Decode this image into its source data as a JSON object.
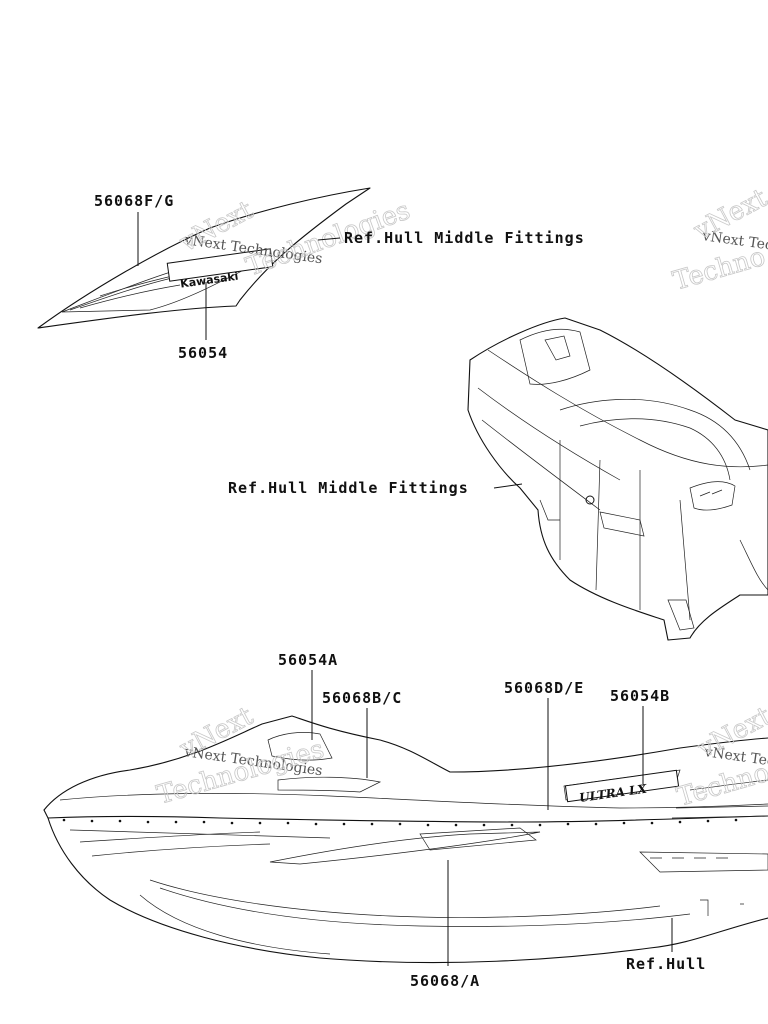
{
  "labels": {
    "l_56068fg": "56068F/G",
    "l_56054": "56054",
    "l_ref_hull_mid_1": "Ref.Hull Middle Fittings",
    "l_ref_hull_mid_2": "Ref.Hull Middle Fittings",
    "l_56054a": "56054A",
    "l_56068bc": "56068B/C",
    "l_56068de": "56068D/E",
    "l_56054b": "56054B",
    "l_56068a": "56068/A",
    "l_ref_hull": "Ref.Hull"
  },
  "decals": {
    "kawasaki": "Kawasaki",
    "ultra_lx": "ULTRA LX"
  },
  "watermarks": {
    "brand_1": "vNext Technologies",
    "brand_2": "vNext Technologies",
    "brand_3": "vNext Technologies",
    "brand_4": "vNext Technologies"
  }
}
